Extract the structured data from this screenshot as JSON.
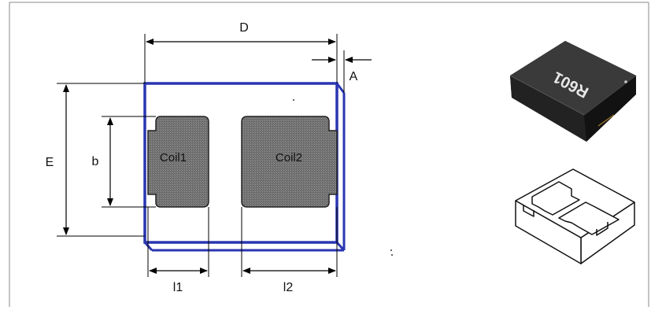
{
  "drawing": {
    "dimensions": {
      "D": "D",
      "A": "A",
      "E": "E",
      "b": "b",
      "l1": "l1",
      "l2": "l2"
    },
    "pads": {
      "coil1": "Coil1",
      "coil2": "Coil2"
    },
    "colors": {
      "outline": "#2a36b1",
      "pad_fill": "#7a7a7a",
      "dimension_line": "#000000",
      "chip_body": "#2f2f2f"
    }
  },
  "photo": {
    "marking": "R601"
  }
}
